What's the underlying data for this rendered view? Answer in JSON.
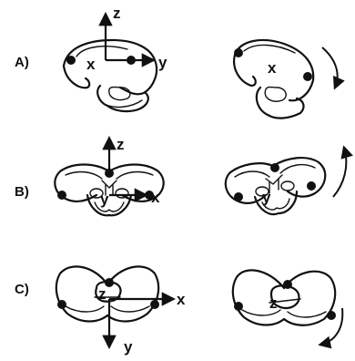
{
  "panels": [
    {
      "label": "A)",
      "axes": [
        "z",
        "x",
        "y"
      ],
      "rotation": "clockwise"
    },
    {
      "label": "B)",
      "axes": [
        "z",
        "y",
        "x"
      ],
      "rotation": "counterclockwise"
    },
    {
      "label": "C)",
      "axes": [
        "z",
        "x",
        "y"
      ],
      "rotation": "clockwise"
    }
  ],
  "colors": {
    "stroke": "#111111",
    "background": "#ffffff"
  }
}
